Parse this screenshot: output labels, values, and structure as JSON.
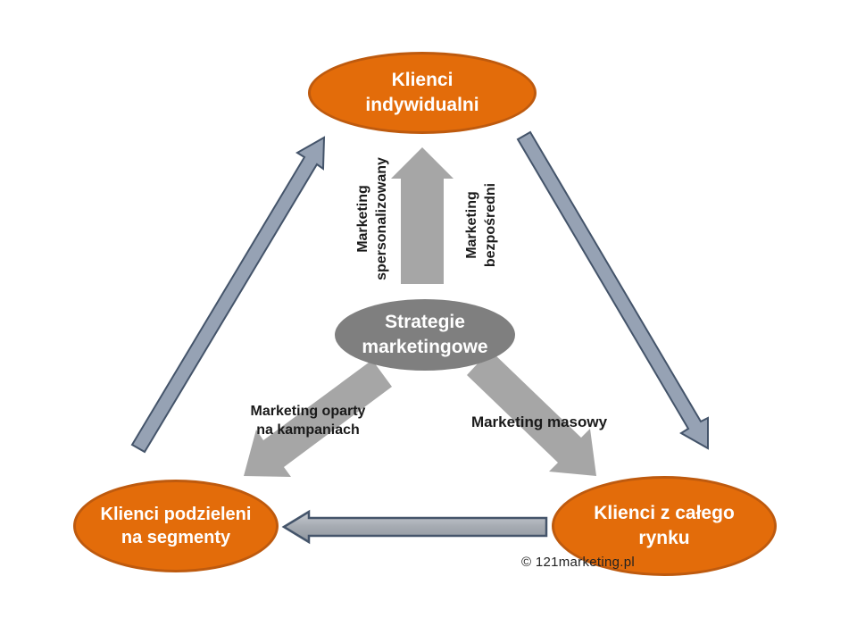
{
  "colors": {
    "node_fill": "#E36C0A",
    "node_border": "#BE5A0E",
    "hub_fill": "#7F7F7F",
    "gray_arrow": "#A6A6A6",
    "outer_arrow_fill": "#96A2B4",
    "outer_arrow_border": "#44546A",
    "label_color": "#1A1A1A",
    "node_text": "#FFFFFF",
    "bg": "#FFFFFF"
  },
  "nodes": {
    "top": {
      "lines": [
        "Klienci",
        "indywidualni"
      ]
    },
    "hub": {
      "lines": [
        "Strategie",
        "marketingowe"
      ]
    },
    "bottom_left": {
      "lines": [
        "Klienci podzieleni",
        "na segmenty"
      ]
    },
    "bottom_right": {
      "lines": [
        "Klienci z całego",
        "rynku"
      ]
    }
  },
  "edge_labels": {
    "personalized": {
      "lines": [
        "Marketing",
        "spersonalizowany"
      ]
    },
    "direct": {
      "lines": [
        "Marketing",
        "bezpośredni"
      ]
    },
    "campaigns": {
      "lines": [
        "Marketing oparty",
        "na kampaniach"
      ]
    },
    "mass": {
      "lines": [
        "Marketing masowy"
      ]
    }
  },
  "watermark": {
    "text": "© 121marketing.pl"
  }
}
